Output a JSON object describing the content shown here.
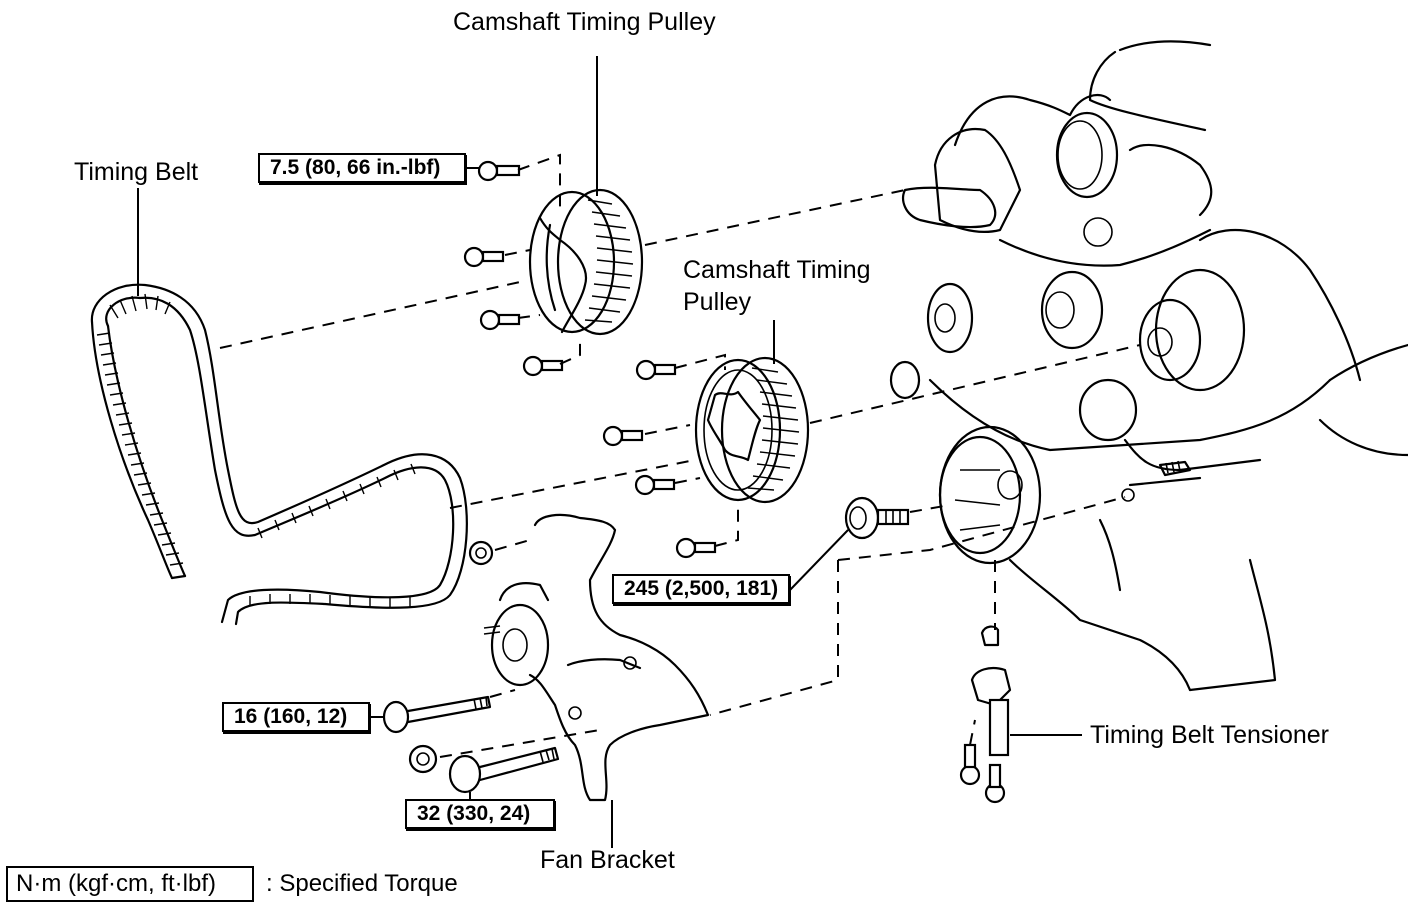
{
  "diagram": {
    "title": "Timing belt component exploded view",
    "part_labels": {
      "camshaft_pulley_upper": "Camshaft Timing Pulley",
      "camshaft_pulley_lower_line1": "Camshaft Timing",
      "camshaft_pulley_lower_line2": "Pulley",
      "timing_belt": "Timing Belt",
      "timing_belt_tensioner": "Timing Belt Tensioner",
      "fan_bracket": "Fan Bracket"
    },
    "torque_specs": {
      "idler_bolt": "7.5 (80, 66 in.-lbf)",
      "crankshaft_pulley_bolt": "245 (2,500, 181)",
      "fan_bracket_bolt_upper": "16 (160, 12)",
      "fan_bracket_bolt_lower": "32 (330, 24)"
    },
    "legend": {
      "unit_box": "N·m (kgf·cm, ft·lbf)",
      "description": ": Specified Torque"
    }
  }
}
